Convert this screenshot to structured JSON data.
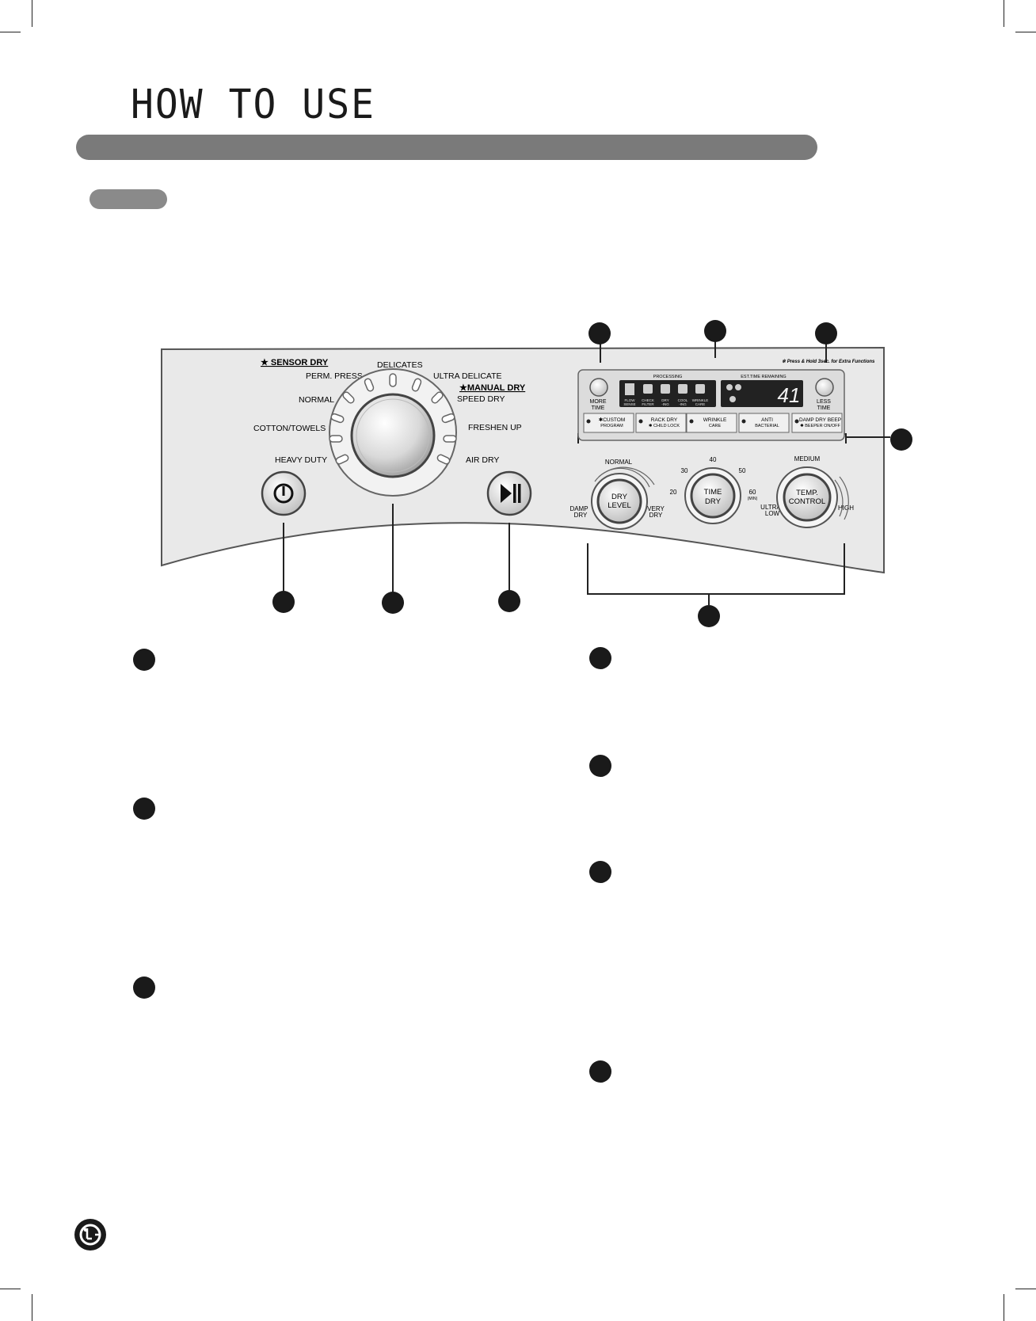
{
  "page": {
    "title": "HOW TO USE"
  },
  "panel": {
    "sensor_dry": "★ SENSOR DRY",
    "manual_dry": "★MANUAL DRY",
    "press_hold_note": "※ Press & Hold 3sec. for Extra Functions",
    "cycles": {
      "perm_press": "PERM. PRESS",
      "delicates": "DELICATES",
      "ultra_delicate": "ULTRA DELICATE",
      "normal": "NORMAL",
      "speed_dry": "SPEED DRY",
      "cotton_towels": "COTTON/TOWELS",
      "freshen_up": "FRESHEN UP",
      "heavy_duty": "HEAVY DUTY",
      "air_dry": "AIR DRY"
    },
    "display": {
      "processing": "PROCESSING",
      "est_time": "EST.TIME REMAINING",
      "digits": "41",
      "more_time_1": "MORE",
      "more_time_2": "TIME",
      "less_time_1": "LESS",
      "less_time_2": "TIME",
      "stages": [
        {
          "l1": "FLOW",
          "l2": "SENSE"
        },
        {
          "l1": "CHECK",
          "l2": "FILTER"
        },
        {
          "l1": "DRY",
          "l2": "-ING"
        },
        {
          "l1": "COOL",
          "l2": "-ING"
        },
        {
          "l1": "WRINKLE",
          "l2": "CARE"
        }
      ]
    },
    "options": [
      {
        "l1": "✱CUSTOM",
        "l2": "PROGRAM"
      },
      {
        "l1": "RACK DRY",
        "l2": "✱ CHILD LOCK"
      },
      {
        "l1": "WRINKLE",
        "l2": "CARE"
      },
      {
        "l1": "ANTI",
        "l2": "BACTERIAL"
      },
      {
        "l1": "DAMP DRY BEEP",
        "l2": "✱ BEEPER ON/OFF"
      }
    ],
    "dry_level": {
      "label_1": "DRY",
      "label_2": "LEVEL",
      "normal": "NORMAL",
      "damp_1": "DAMP",
      "damp_2": "DRY",
      "very_1": "VERY",
      "very_2": "DRY"
    },
    "time_dry": {
      "label_1": "TIME",
      "label_2": "DRY",
      "t20": "20",
      "t30": "30",
      "t40": "40",
      "t50": "50",
      "t60": "60",
      "unit": "(MIN)"
    },
    "temp": {
      "label_1": "TEMP.",
      "label_2": "CONTROL",
      "medium": "MEDIUM",
      "ultra_1": "ULTRA",
      "ultra_2": "LOW",
      "high": "HIGH"
    }
  },
  "colors": {
    "callout": "#1a1a1a",
    "title_bar": "#7a7a7a",
    "panel": "#e8e8e8"
  }
}
